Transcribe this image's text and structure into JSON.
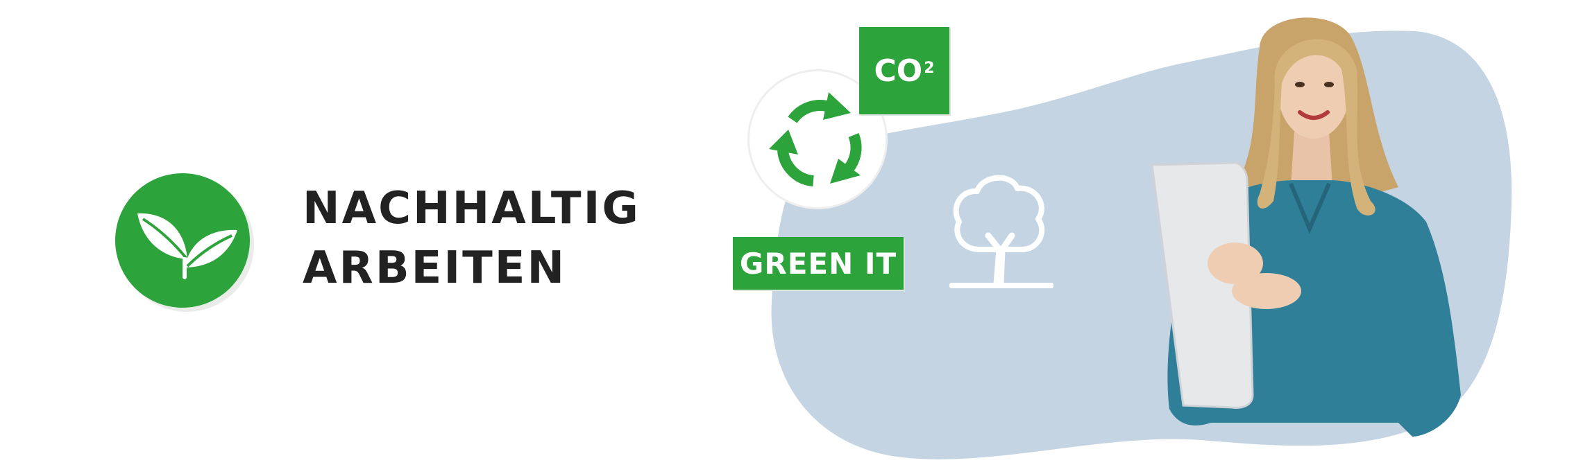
{
  "banner": {
    "headline_line1": "NACHHALTIG",
    "headline_line2": "ARBEITEN"
  },
  "tags": {
    "co2_main": "CO",
    "co2_super": "2",
    "green_it": "GREEN IT"
  },
  "icons": {
    "badge": "leaf-icon",
    "recycle": "recycle-icon",
    "tree": "tree-icon"
  },
  "colors": {
    "brand_green": "#2ca33b",
    "blob_blue": "#c4d4e2",
    "text_dark": "#222222",
    "shirt_teal": "#2f7f98"
  }
}
